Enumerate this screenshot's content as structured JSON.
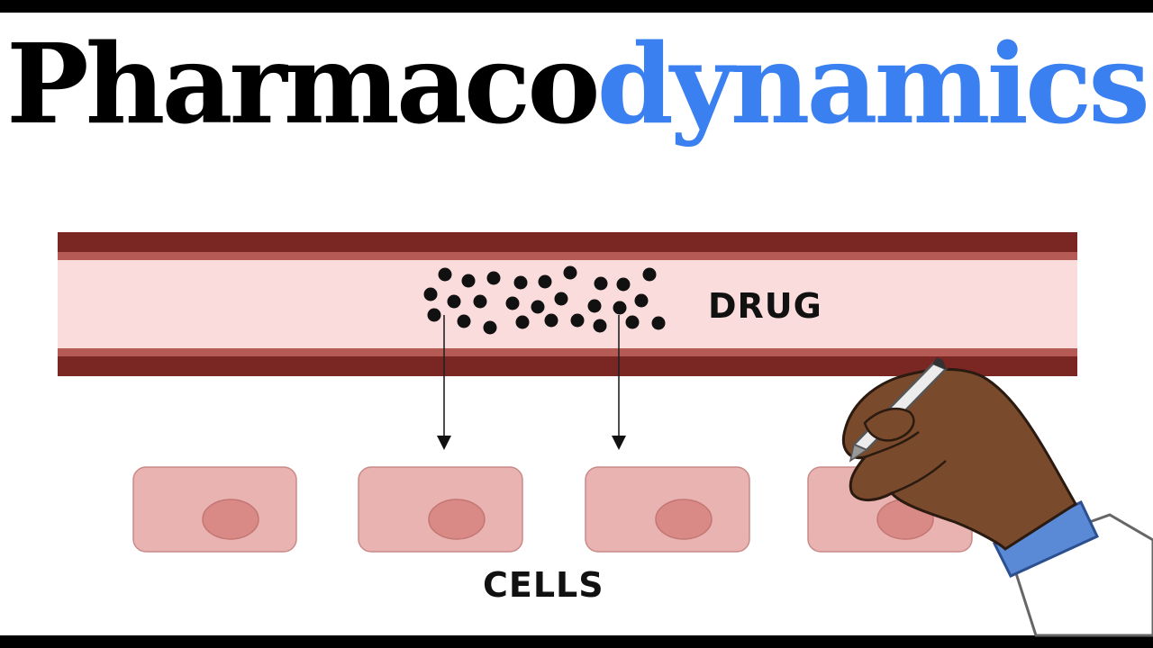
{
  "title": {
    "part1": "Pharmaco",
    "part2": "dynamics",
    "part2_color": "#3a80f0"
  },
  "labels": {
    "drug": "DRUG",
    "cells": "CELLS"
  },
  "colors": {
    "vessel_wall": "#7a2622",
    "vessel_lumen": "#fadcdc",
    "cell_fill": "#e9b3b1",
    "nucleus_fill": "#d98a86"
  },
  "icons": [
    "drawing-hand-icon",
    "pen-icon",
    "lab-coat-sleeve-icon"
  ]
}
